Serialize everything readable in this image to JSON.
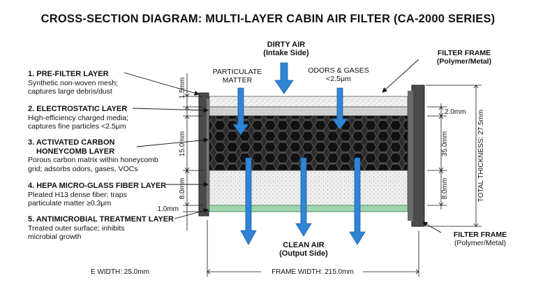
{
  "title": "CROSS-SECTION DIAGRAM: MULTI-LAYER CABIN AIR FILTER (CA-2000 SERIES)",
  "layers": [
    {
      "name": "1. PRE-FILTER LAYER",
      "desc": [
        "Synthetic non-woven mesh;",
        "captures large debris/dust"
      ]
    },
    {
      "name": "2. ELECTROSTATIC LAYER",
      "desc": [
        "High-efficiency charged media;",
        "captures fine particles <2.5μm"
      ]
    },
    {
      "name": "3. ACTIVATED CARBON",
      "name2": "HONEYCOMB LAYER",
      "desc": [
        "Porous carbon matrix within honeycomb",
        "grid; adsorbs odors, gases, VOCs"
      ]
    },
    {
      "name": "4. HEPA MICRO-GLASS FIBER LAYER",
      "desc": [
        "Pleated H13 dense fiber; traps",
        "particulate matter ≥0.3μm"
      ]
    },
    {
      "name": "5. ANTIMICROBIAL TREATMENT LAYER",
      "desc": [
        "Treated outer surface; inhibits",
        "microbial growth"
      ]
    }
  ],
  "labels": {
    "dirty_air": "DIRTY AIR",
    "intake_side": "(Intake Side)",
    "particulate": [
      "PARTICULATE",
      "MATTER"
    ],
    "odors": [
      "ODORS & GASES",
      "<2.5μm"
    ],
    "frame_top": "FILTER FRAME",
    "frame_top_sub": "(Polymer/Metal)",
    "frame_bottom": "FILTER FRAME",
    "frame_bottom_sub": "(Polymer/Metal)",
    "clean_air": "CLEAN AIR",
    "output_side": "(Output Side)"
  },
  "dims": {
    "left": [
      "1.5mm",
      "15.0mm",
      "8.0mm",
      "1.0mm"
    ],
    "right": [
      "2.0mm",
      "35.0mm",
      "8.0mm"
    ],
    "total": "TOTAL THICKNESS: 27.5mm",
    "frame_width": "FRAME WIDTH: 215.0mm",
    "edge_width": "E WIDTH: 25.0mm"
  },
  "colors": {
    "arrow": "#2f84d6",
    "frame": "#4a4a4a",
    "carbon": "#2c2c2c",
    "hepa": "#eeeeee",
    "antimicrobial": "#9fd6ae",
    "prefilter": "#f2f2f2",
    "electrostatic": "#d9d9d9"
  }
}
